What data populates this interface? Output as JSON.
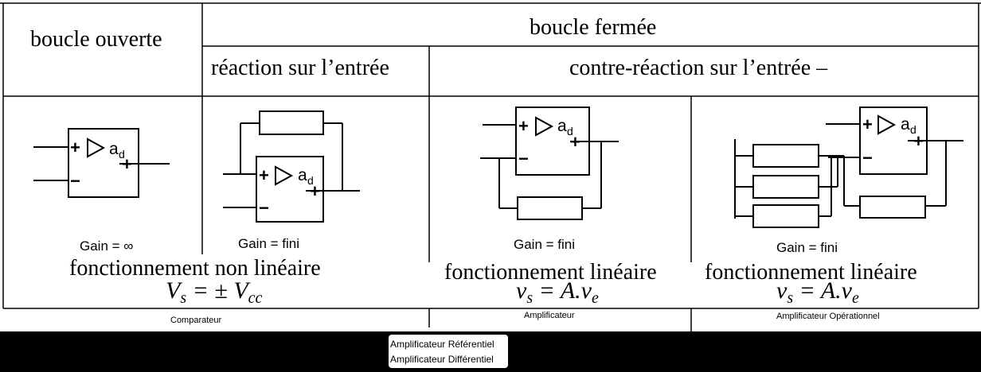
{
  "headers": {
    "open_loop": "boucle ouverte",
    "closed_loop": "boucle fermée",
    "positive_feedback": "réaction sur l’entrée",
    "negative_feedback": "contre-réaction sur l’entrée –"
  },
  "opamp": {
    "gain_symbol": "a",
    "gain_subscript": "d",
    "plus_sign": "+",
    "minus_sign": "−"
  },
  "gains": {
    "open": "Gain = ∞",
    "positive": "Gain = fini",
    "amp": "Gain = fini",
    "opamp": "Gain = fini"
  },
  "modes": {
    "nonlinear": "fonctionnement non linéaire",
    "linear_amp": "fonctionnement linéaire",
    "linear_opamp": "fonctionnement linéaire"
  },
  "formulas": {
    "nonlinear": {
      "lhs": "V",
      "lhs_sub": "s",
      "op": " = ± V",
      "rhs_sub": "cc"
    },
    "linear_amp": {
      "lhs": "v",
      "lhs_sub": "s",
      "op": " = A.v",
      "rhs_sub": "e"
    },
    "linear_opamp": {
      "lhs": "v",
      "lhs_sub": "s",
      "op": " = A.v",
      "rhs_sub": "e"
    }
  },
  "captions": {
    "comparator": "Comparateur",
    "amplifier": "Amplificateur",
    "operational": "Amplificateur Opérationnel"
  },
  "tooltip": {
    "line1": "Amplificateur  Référentiel",
    "line2": "Amplificateur Différentiel"
  },
  "colors": {
    "ink": "#000000",
    "background": "#ffffff",
    "bar": "#000000"
  }
}
